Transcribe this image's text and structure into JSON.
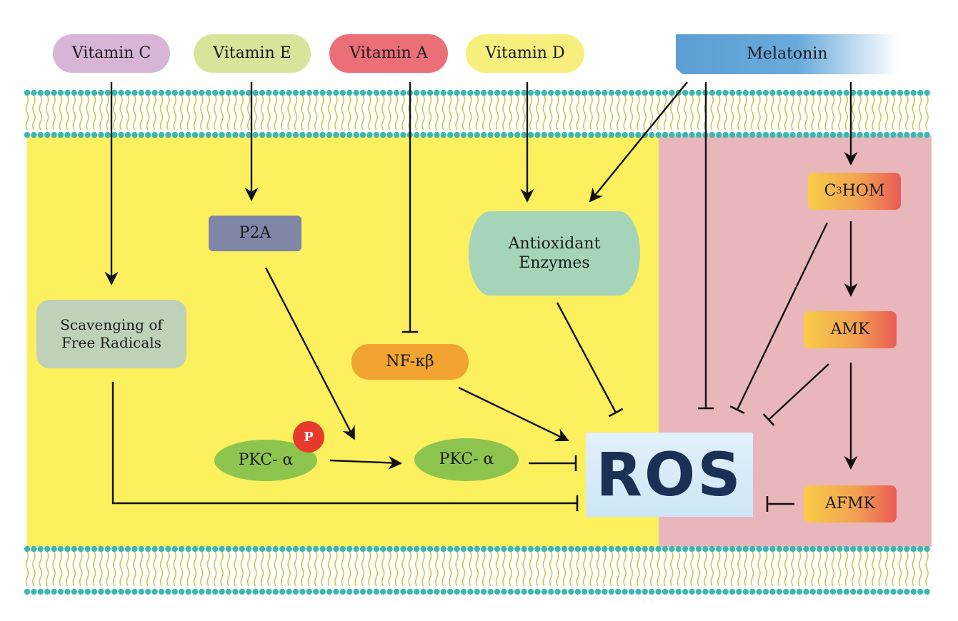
{
  "colors": {
    "membrane_head": "#3eb7b1",
    "membrane_tail": "#cfc552",
    "cytoplasm_left": "#fcf05e",
    "cytoplasm_right": "#e9b6bc",
    "arrow": "#111111"
  },
  "inputs": {
    "vitamin_c": "Vitamin C",
    "vitamin_e": "Vitamin E",
    "vitamin_a": "Vitamin A",
    "vitamin_d": "Vitamin D",
    "melatonin": "Melatonin"
  },
  "nodes": {
    "scavenging_line1": "Scavenging of",
    "scavenging_line2": "Free Radicals",
    "p2a": "P2A",
    "nfkb": "NF-κβ",
    "antioxidant_line1": "Antioxidant",
    "antioxidant_line2": "Enzymes",
    "pkc_phospho": "PKC- α",
    "phospho_badge": "P",
    "pkc": "PKC- α",
    "ros": "ROS",
    "c3hom_main": "C",
    "c3hom_sub": "3",
    "c3hom_rest": "HOM",
    "amk": "AMK",
    "afmk": "AFMK"
  }
}
